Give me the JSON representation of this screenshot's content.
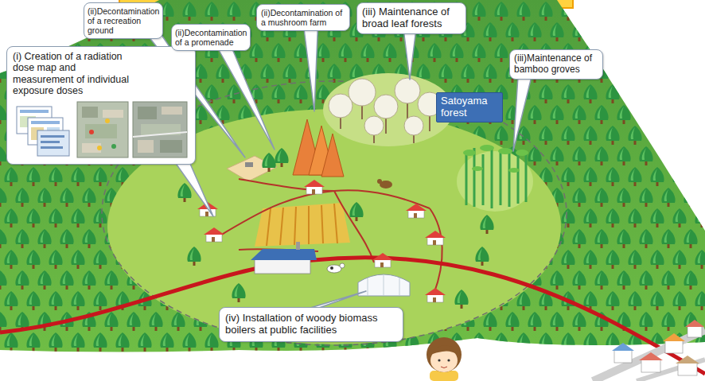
{
  "diagram": {
    "nodes": [
      {
        "text": [
          "(i) Creation of a radiation dose map and measurement of individual exposure doses"
        ]
      },
      {
        "text": [
          "(ii)Decontamination of a recreation ground"
        ]
      },
      {
        "text": [
          "(ii)Decontamination of a promenade"
        ]
      },
      {
        "text": [
          "(ii)Decontamination of a mushroom farm"
        ]
      },
      {
        "text": [
          "(iii) Maintenance of broad leaf forests"
        ]
      },
      {
        "text": [
          "(iii)Maintenance of bamboo groves"
        ]
      },
      {
        "text": [
          "Satoyama forest"
        ]
      },
      {
        "text": [
          "(iv) Installation of woody biomass boilers at public facilities"
        ]
      }
    ]
  }
}
